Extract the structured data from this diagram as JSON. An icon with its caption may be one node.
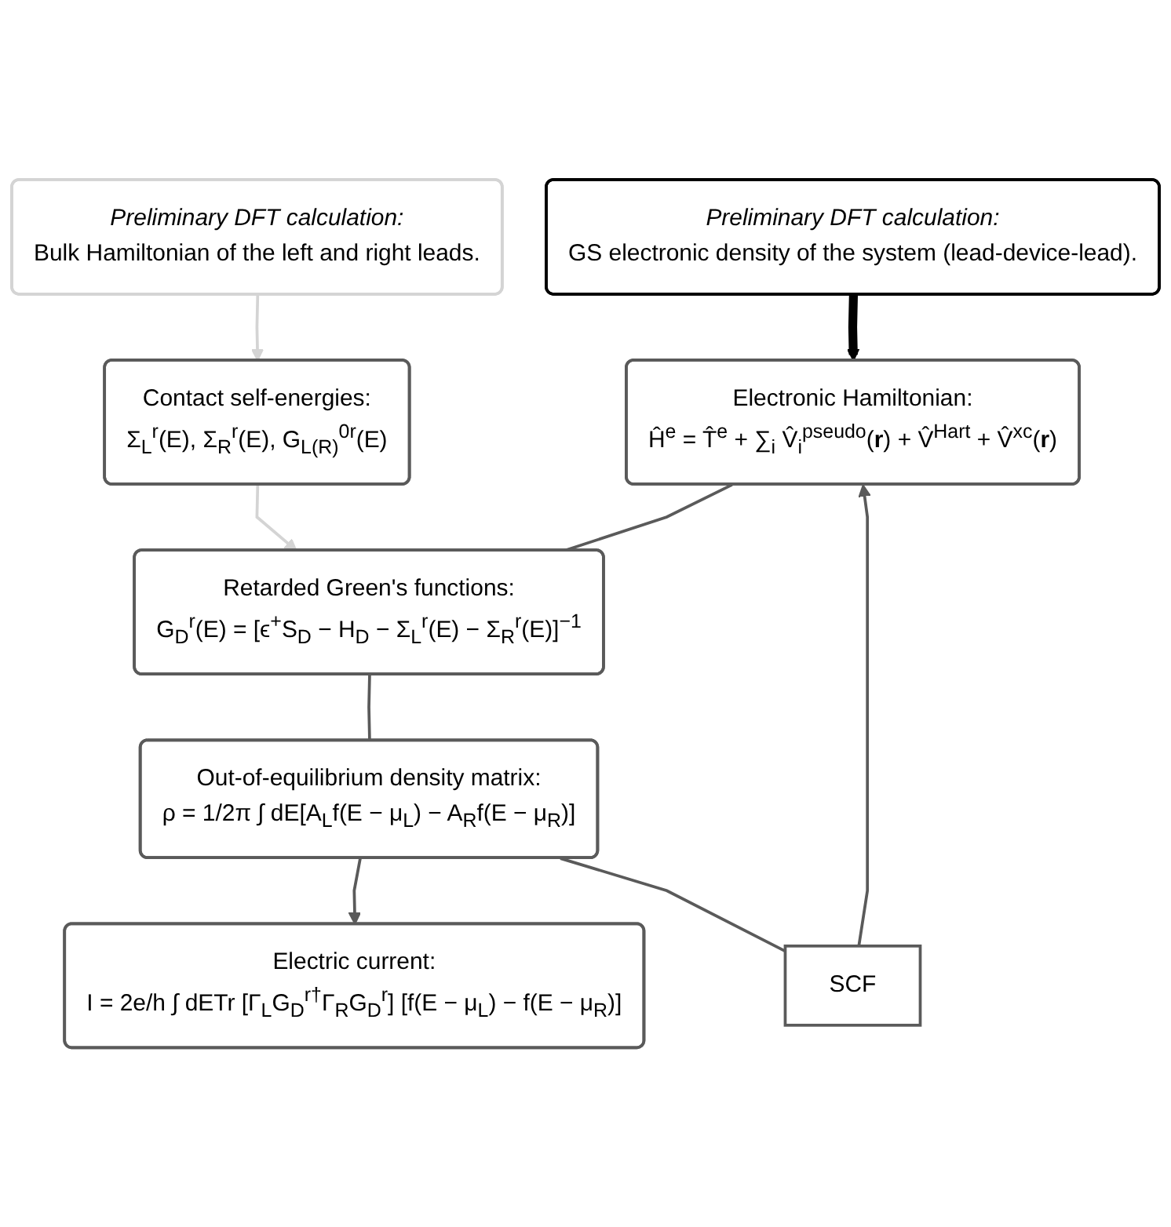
{
  "diagram": {
    "nodes": [
      {
        "text": [
          "*Preliminary DFT calculation:*",
          "GS electronic density of the system (lead-device-lead)."
        ]
      },
      {
        "text": [
          "*Preliminary DFT calculation:*",
          "Bulk Hamiltonian of the left and right leads."
        ]
      },
      {
        "text": [
          "Contact self-energies:",
          "Σ$_{L}$$^{r}$(E), Σ$_{R}$$^{r}$(E), G$_{L(R)}$$^{0r}$(E)"
        ]
      },
      {
        "text": [
          "Electronic Hamiltonian:",
          "Ĥ$^{e}$ = T̂$^{e}$ + ∑$_{i}$ V̂$_{i}$$^{pseudo}$(**r**) + V̂$^{Hart}$ + V̂$^{xc}$(**r**)"
        ]
      },
      {
        "text": [
          "Retarded Green's functions:",
          "G$_{D}$$^{r}$(E) = [ϵ$^{+}$S$_{D}$ − H$_{D}$ − Σ$_{L}$$^{r}$(E) − Σ$_{R}$$^{r}$(E)]$^{−1}$"
        ]
      },
      {
        "text": [
          "Out-of-equilibrium density matrix:",
          "ρ = 1/2π ∫ dE[A$_{L}$f(E − μ$_{L}$) − A$_{R}$f(E − μ$_{R}$)]"
        ]
      },
      {
        "text": [
          "Electric current:",
          "I = 2e/h ∫ dETr [Γ$_{L}$G$_{D}$$^{r†}$Γ$_{R}$G$_{D}$$^{r}$] [f(E − μ$_{L}$) − f(E − μ$_{R}$)]"
        ]
      },
      {
        "text": [
          "SCF"
        ]
      }
    ],
    "edges": [
      {
        "from": 0,
        "to": 3,
        "arrow": "to",
        "style": "thick",
        "color": "#000000"
      },
      {
        "from": 1,
        "to": 2,
        "arrow": "to",
        "color": "#d4d4d4"
      },
      {
        "from": 2,
        "to": 4,
        "arrow": "to",
        "color": "#d4d4d4"
      },
      {
        "from": 3,
        "to": 4,
        "arrow": "none"
      },
      {
        "from": 4,
        "to": 5,
        "arrow": "none"
      },
      {
        "from": 5,
        "to": 6,
        "arrow": "to"
      },
      {
        "from": 5,
        "to": 7,
        "arrow": "none"
      },
      {
        "from": 7,
        "to": 3,
        "arrow": "to"
      }
    ]
  }
}
